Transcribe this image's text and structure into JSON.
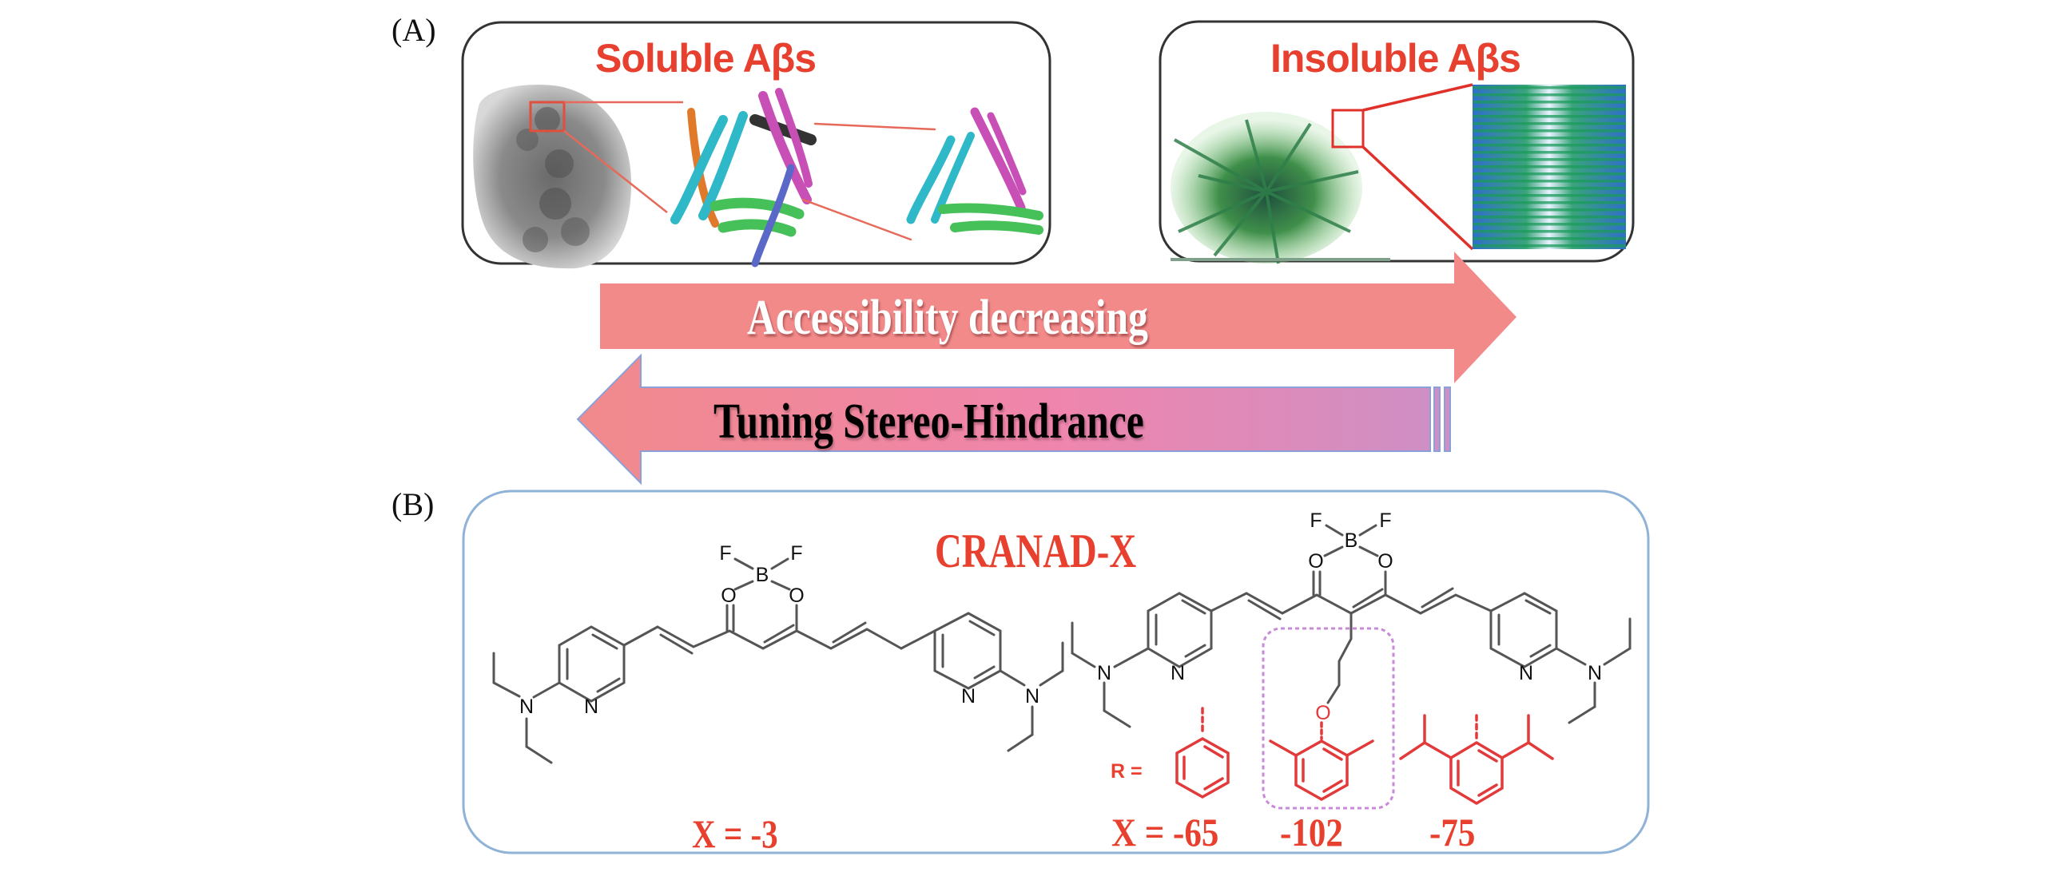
{
  "panels": {
    "a_label": "(A)",
    "b_label": "(B)"
  },
  "panel_a": {
    "soluble_title": "Soluble Aβs",
    "insoluble_title": "Insoluble Aβs",
    "arrow_right_label": "Accessibility decreasing",
    "arrow_left_label": "Tuning Stereo-Hindrance"
  },
  "panel_b": {
    "title": "CRANAD-X",
    "left_molecule": {
      "x_value_label": "X = -3",
      "atoms": {
        "F": "F",
        "B": "B",
        "O": "O",
        "N": "N"
      }
    },
    "right_molecule": {
      "r_label": "R =",
      "substituents": [
        {
          "name": "phenyl",
          "value_label": "X = -65"
        },
        {
          "name": "2,6-dimethylphenoxy",
          "value_label": "-102",
          "highlighted": true
        },
        {
          "name": "2,6-diisopropylphenyl",
          "value_label": "-75"
        }
      ]
    }
  },
  "colors": {
    "label_red": "#e8402f",
    "arrow_pink": "#f28a8a",
    "arrow_purple": "#cf8fc4",
    "panel_b_border": "#8fb3d6",
    "highlight_dash": "#c98ad8"
  }
}
